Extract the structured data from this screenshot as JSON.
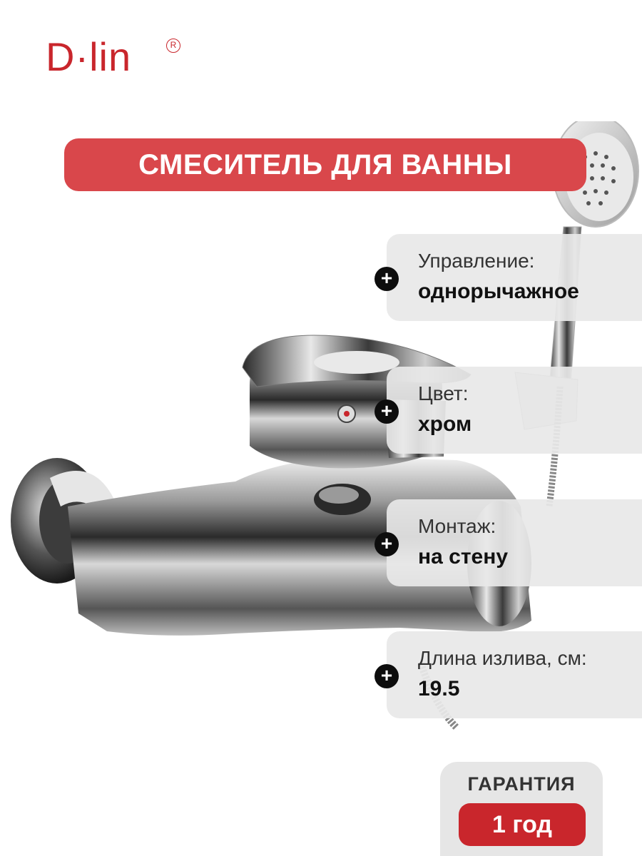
{
  "brand": {
    "logo": "D·lin",
    "registered_mark": "R"
  },
  "title": "СМЕСИТЕЛЬ ДЛЯ ВАННЫ",
  "specs": [
    {
      "label": "Управление:",
      "value": "однорычажное"
    },
    {
      "label": "Цвет:",
      "value": "хром"
    },
    {
      "label": "Монтаж:",
      "value": "на стену"
    },
    {
      "label": "Длина излива, см:",
      "value": "19.5"
    }
  ],
  "plus_icon": "+",
  "warranty": {
    "label": "ГАРАНТИЯ",
    "value": "1 год"
  },
  "colors": {
    "brand_red": "#c9262c",
    "banner_red": "#d9474b",
    "card_gray": "#e8e8e8",
    "plus_black": "#0d0d0d"
  },
  "icons": [
    "plus-icon",
    "product-image-faucet",
    "product-image-shower-head"
  ]
}
